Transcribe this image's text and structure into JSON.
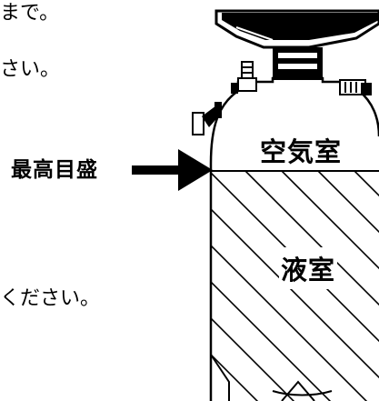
{
  "text": {
    "line1_fragment": "まで。",
    "line2_fragment": "さい。",
    "line3_fragment": "ください。"
  },
  "labels": {
    "max_level": "最高目盛",
    "air_chamber": "空気室",
    "liquid_chamber": "液室"
  },
  "colors": {
    "ink": "#000000",
    "background": "#ffffff"
  },
  "icons": [
    "arrow-right-icon"
  ]
}
